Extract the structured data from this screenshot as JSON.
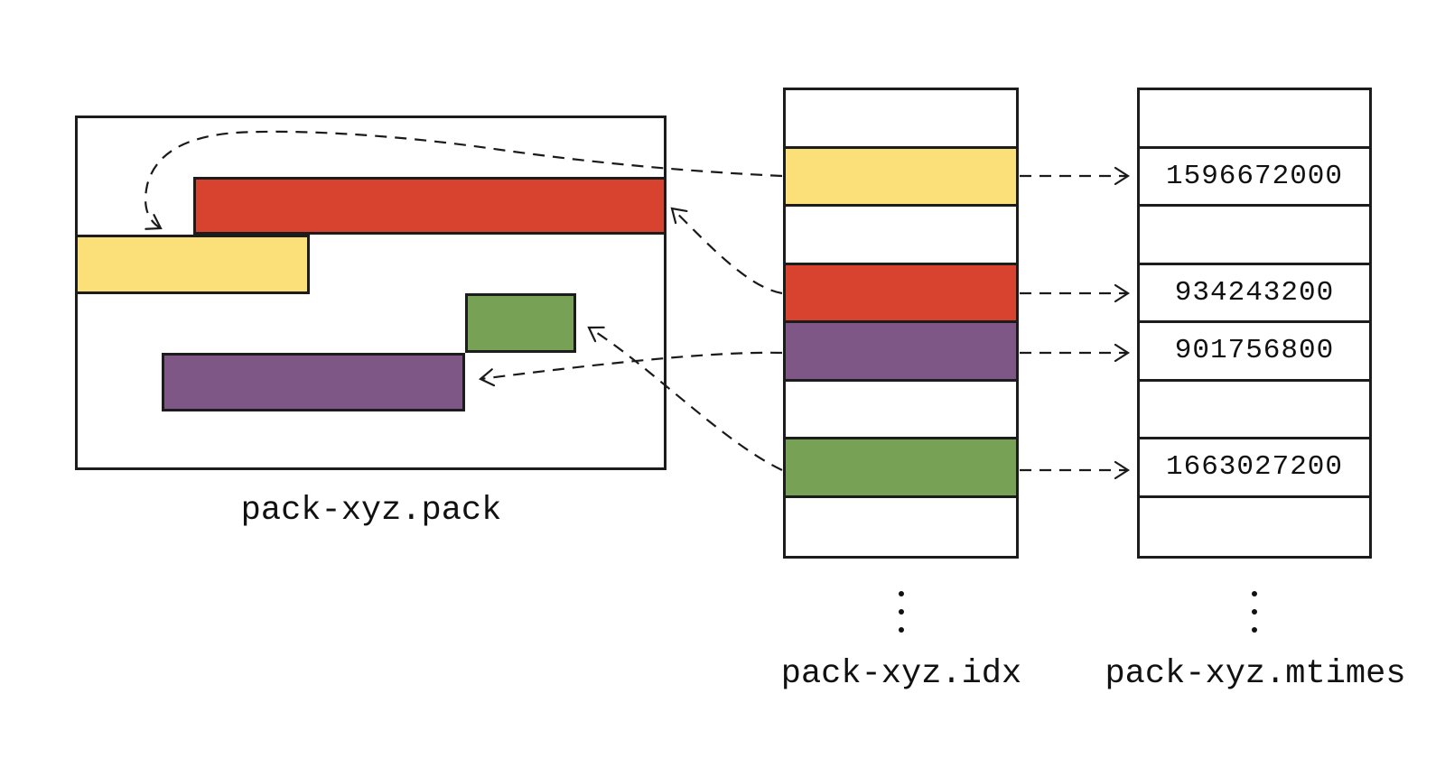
{
  "pack_file": {
    "label": "pack-xyz.pack",
    "objects": [
      {
        "id": "red",
        "color_key": "red"
      },
      {
        "id": "yellow",
        "color_key": "yellow"
      },
      {
        "id": "green",
        "color_key": "green"
      },
      {
        "id": "purple",
        "color_key": "purple"
      }
    ]
  },
  "idx_file": {
    "label": "pack-xyz.idx",
    "rows": [
      "",
      "yellow",
      "",
      "red",
      "purple",
      "",
      "green",
      ""
    ]
  },
  "mtimes_file": {
    "label": "pack-xyz.mtimes",
    "rows": [
      "",
      "1596672000",
      "",
      "934243200",
      "901756800",
      "",
      "1663027200",
      ""
    ]
  },
  "icons": {
    "idx_ellipsis": "vertical-ellipsis",
    "mtimes_ellipsis": "vertical-ellipsis",
    "arrowhead": "open-arrowhead"
  },
  "colors": {
    "red": "#d8432f",
    "yellow": "#fbdf78",
    "green": "#77a155",
    "purple": "#7e5787",
    "line": "#1a1a1a",
    "border": "#1c1c1c",
    "background": "#ffffff"
  }
}
